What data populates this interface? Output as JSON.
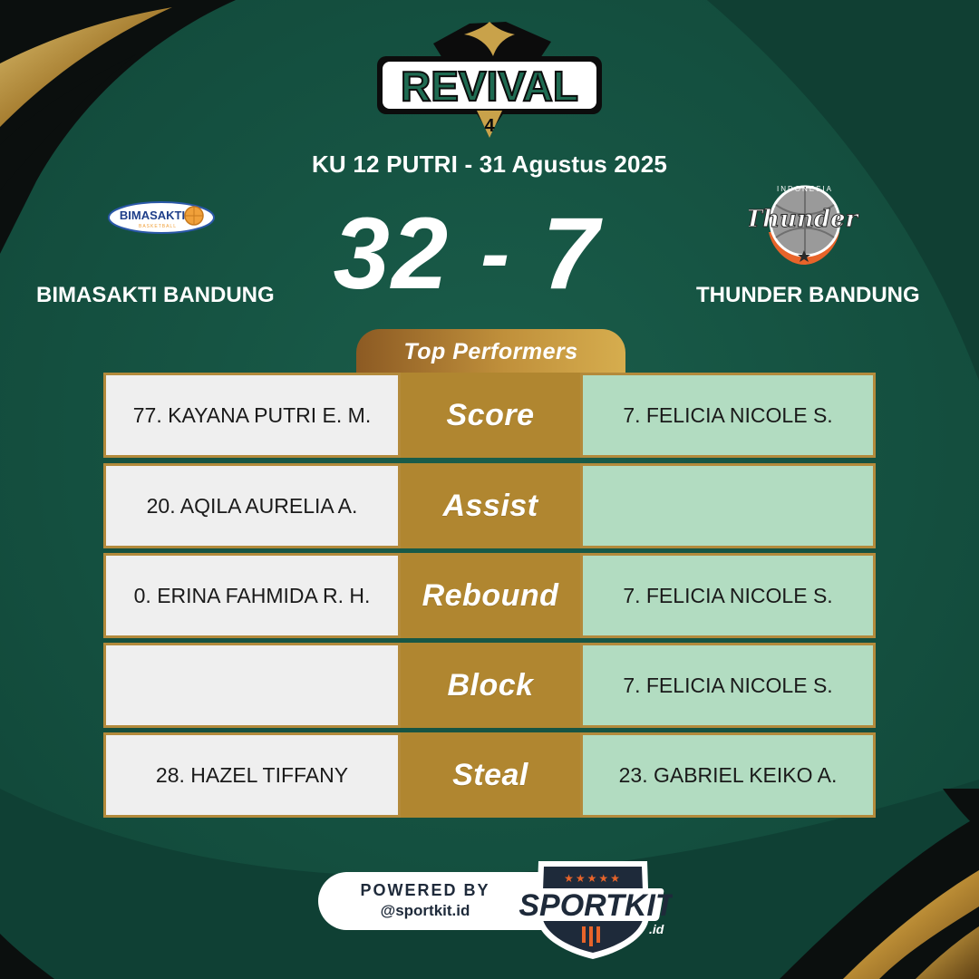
{
  "event": {
    "logo_text": "REVIVAL",
    "logo_number": "4",
    "match_info": "KU 12 PUTRI - 31 Agustus 2025"
  },
  "home": {
    "name": "BIMASAKTI BANDUNG",
    "score": "32",
    "logo_text": "BIMASAKTI",
    "logo_subtext": "BASKETBALL"
  },
  "away": {
    "name": "THUNDER BANDUNG",
    "score": "7",
    "logo_text": "Thunder",
    "logo_subtext": "INDONESIA"
  },
  "score_separator": "-",
  "top_performers": {
    "title": "Top Performers",
    "rows": [
      {
        "category": "Score",
        "home": "77. KAYANA PUTRI E. M.",
        "away": "7. FELICIA NICOLE S."
      },
      {
        "category": "Assist",
        "home": "20. AQILA AURELIA A.",
        "away": ""
      },
      {
        "category": "Rebound",
        "home": "0. ERINA FAHMIDA R. H.",
        "away": "7. FELICIA NICOLE S."
      },
      {
        "category": "Block",
        "home": "",
        "away": "7. FELICIA NICOLE S."
      },
      {
        "category": "Steal",
        "home": "28. HAZEL TIFFANY",
        "away": "23. GABRIEL KEIKO A."
      }
    ]
  },
  "footer": {
    "powered_by": "POWERED BY",
    "handle": "@sportkit.id",
    "brand": "SPORTKIT",
    "brand_suffix": ".id"
  },
  "colors": {
    "background": "#134f3f",
    "gold": "#b08630",
    "home_cell": "#efefef",
    "away_cell": "#b2dcc1",
    "brand_navy": "#1e2a3a",
    "brand_orange": "#e8642a"
  }
}
